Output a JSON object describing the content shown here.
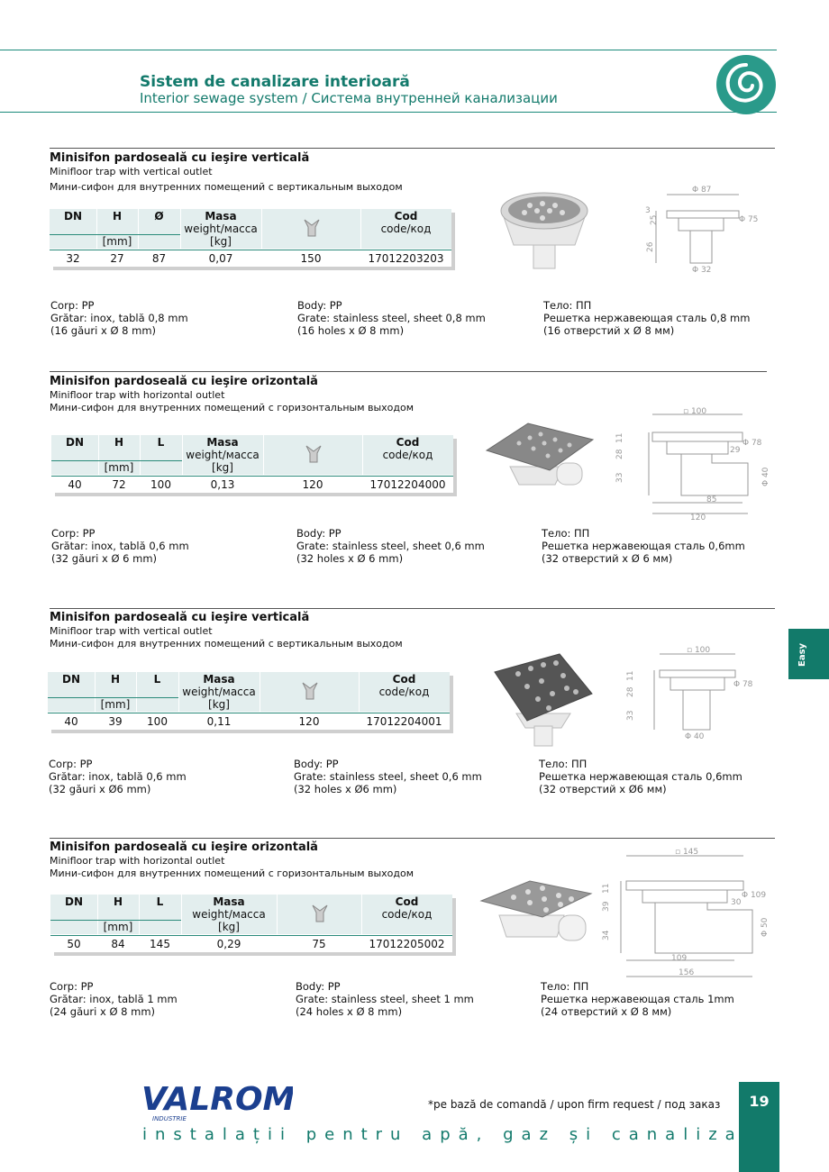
{
  "header": {
    "title_ro": "Sistem de canalizare interioară",
    "title_en": "Interior sewage system / Система внутренней канализации"
  },
  "side_tab": "Easy",
  "page_number": "19",
  "footer": {
    "brand_main": "VALROM",
    "brand_sub": "INDUSTRIE",
    "note": "*pe bază de comandă / upon firm request / под заказ",
    "tagline": "instalații pentru apă, gaz și canalizare"
  },
  "unit_labels": {
    "mm": "[mm]",
    "kg": "[kg]",
    "masa": "Masa",
    "weight": "weight/масса",
    "cod": "Cod",
    "code": "code/код"
  },
  "products": [
    {
      "title_ro": "Minisifon pardoseală cu ieşire verticală",
      "title_en": "Minifloor trap with vertical outlet",
      "title_ru": "Мини-сифон для внутренних помещений с вертикальным выходом",
      "columns": [
        "DN",
        "H",
        "Ø"
      ],
      "row": [
        "32",
        "27",
        "87",
        "0,07",
        "150",
        "17012203203"
      ],
      "desc_ro": [
        "Corp: PP",
        "Grătar: inox, tablă 0,8 mm",
        "(16 găuri x Ø 8 mm)"
      ],
      "desc_en": [
        "Body: PP",
        "Grate: stainless steel, sheet 0,8 mm",
        "(16 holes x Ø 8 mm)"
      ],
      "desc_ru": [
        "Тело: ПП",
        "Решетка нержавеющая сталь 0,8 mm",
        "(16 отверстий x Ø 8 мм)"
      ],
      "dims": [
        "Φ 87",
        "Φ 75",
        "25",
        "3",
        "26",
        "Φ 32"
      ]
    },
    {
      "title_ro": "Minisifon pardoseală cu ieşire orizontală",
      "title_en": "Minifloor trap with horizontal outlet",
      "title_ru": "Мини-сифон для внутренних помещений с горизонтальным выходом",
      "columns": [
        "DN",
        "H",
        "L"
      ],
      "row": [
        "40",
        "72",
        "100",
        "0,13",
        "120",
        "17012204000"
      ],
      "desc_ro": [
        "Corp: PP",
        "Grătar: inox, tablă 0,6 mm",
        "(32 găuri x Ø 6 mm)"
      ],
      "desc_en": [
        "Body: PP",
        "Grate: stainless steel, sheet 0,6 mm",
        "(32 holes x Ø 6 mm)"
      ],
      "desc_ru": [
        "Тело: ПП",
        "Решетка нержавеющая сталь 0,6mm",
        "(32 отверстий x Ø 6 мм)"
      ],
      "dims": [
        "▫ 100",
        "Φ 78",
        "29",
        "11",
        "28",
        "33",
        "Φ 40",
        "85",
        "120"
      ]
    },
    {
      "title_ro": "Minisifon pardoseală cu ieşire verticală",
      "title_en": "Minifloor trap with vertical outlet",
      "title_ru": "Мини-сифон для внутренних помещений с вертикальным выходом",
      "columns": [
        "DN",
        "H",
        "L"
      ],
      "row": [
        "40",
        "39",
        "100",
        "0,11",
        "120",
        "17012204001"
      ],
      "desc_ro": [
        "Corp: PP",
        "Grătar: inox, tablă 0,6 mm",
        "(32 găuri x Ø6 mm)"
      ],
      "desc_en": [
        "Body: PP",
        "Grate: stainless steel, sheet 0,6 mm",
        "(32 holes x Ø6 mm)"
      ],
      "desc_ru": [
        "Тело: ПП",
        "Решетка нержавеющая сталь 0,6mm",
        "(32 отверстий x Ø6 мм)"
      ],
      "dims": [
        "▫ 100",
        "Φ 78",
        "11",
        "28",
        "33",
        "Φ 40"
      ]
    },
    {
      "title_ro": "Minisifon pardoseală cu ieşire orizontală",
      "title_en": "Minifloor trap with horizontal outlet",
      "title_ru": "Мини-сифон для внутренних помещений с горизонтальным выходом",
      "columns": [
        "DN",
        "H",
        "L"
      ],
      "row": [
        "50",
        "84",
        "145",
        "0,29",
        "75",
        "17012205002"
      ],
      "desc_ro": [
        "Corp: PP",
        "Grătar: inox, tablă 1 mm",
        "(24 găuri x Ø  8 mm)"
      ],
      "desc_en": [
        "Body: PP",
        "Grate: stainless steel, sheet 1 mm",
        "(24 holes x Ø  8 mm)"
      ],
      "desc_ru": [
        "Тело: ПП",
        "Решетка нержавеющая сталь 1mm",
        "(24 отверстий x Ø  8 мм)"
      ],
      "dims": [
        "▫ 145",
        "Φ 109",
        "30",
        "11",
        "39",
        "34",
        "Φ 50",
        "109",
        "156"
      ]
    }
  ]
}
